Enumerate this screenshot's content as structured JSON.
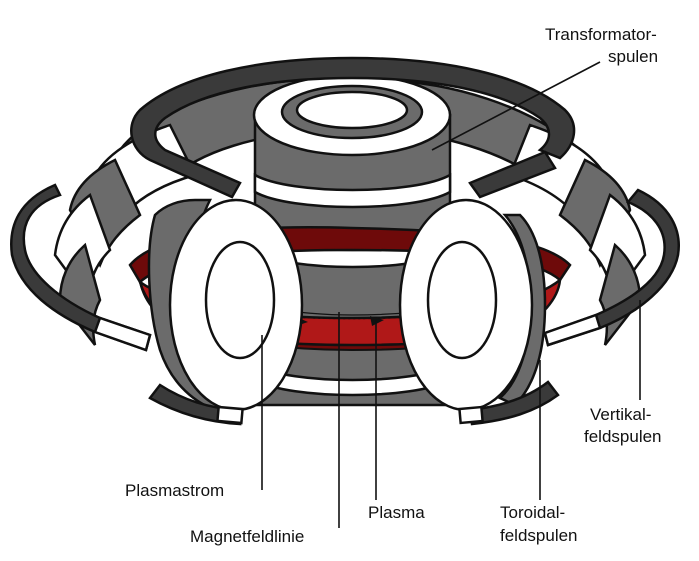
{
  "labels": {
    "transformer_line1": "Transformator-",
    "transformer_line2": "spulen",
    "vertical_line1": "Vertikal-",
    "vertical_line2": "feldspulen",
    "plasmastrom": "Plasmastrom",
    "magnetfeldlinie": "Magnetfeldlinie",
    "plasma": "Plasma",
    "toroidal_line1": "Toroidal-",
    "toroidal_line2": "feldspulen"
  },
  "colors": {
    "plasma": "#b01818",
    "plasma_dark": "#6e0a0a",
    "coil_gray": "#6b6b6b",
    "coil_dark": "#3a3a3a",
    "line": "#111111",
    "background": "#ffffff"
  }
}
